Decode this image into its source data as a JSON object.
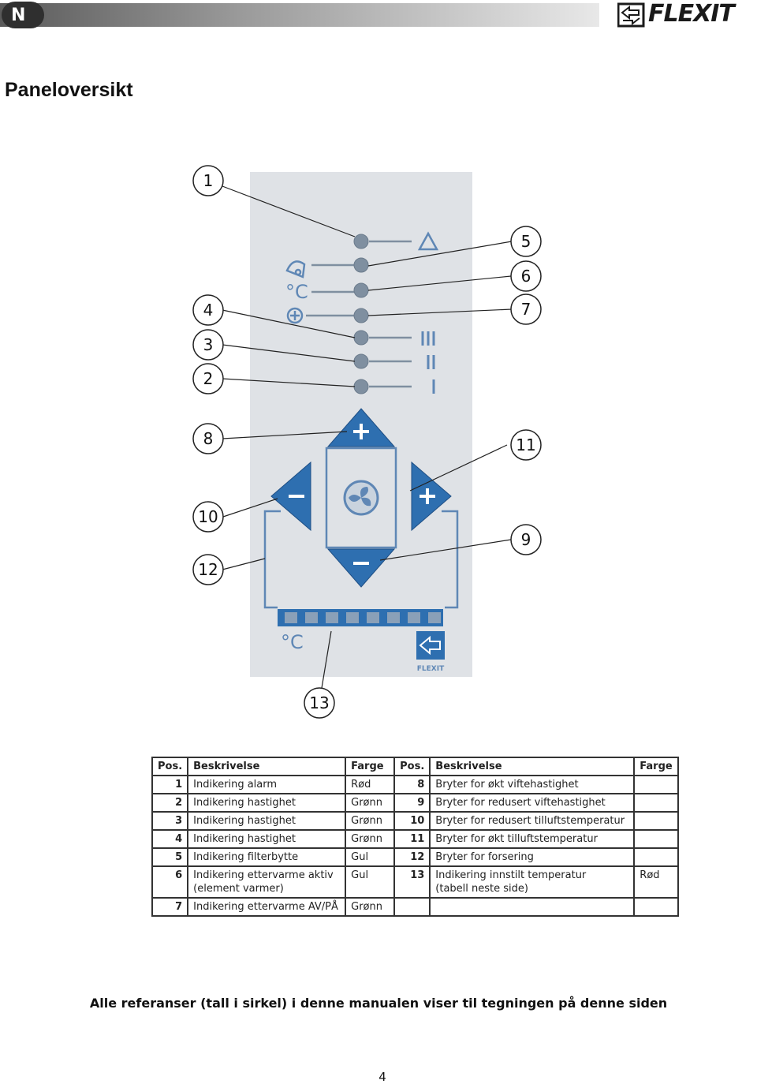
{
  "header": {
    "lang_badge": "N",
    "brand": "FLEXIT"
  },
  "page_title": "Paneloversikt",
  "figure": {
    "callouts": [
      "1",
      "2",
      "3",
      "4",
      "5",
      "6",
      "7",
      "8",
      "9",
      "10",
      "11",
      "12",
      "13"
    ],
    "panel_temp_label": "°C",
    "panel_logo_text": "FLEXIT"
  },
  "table": {
    "headers": {
      "pos": "Pos.",
      "desc": "Beskrivelse",
      "color": "Farge"
    },
    "left": [
      {
        "pos": "1",
        "desc": "Indikering alarm",
        "color": "Rød"
      },
      {
        "pos": "2",
        "desc": "Indikering hastighet",
        "color": "Grønn"
      },
      {
        "pos": "3",
        "desc": "Indikering hastighet",
        "color": "Grønn"
      },
      {
        "pos": "4",
        "desc": "Indikering hastighet",
        "color": "Grønn"
      },
      {
        "pos": "5",
        "desc": "Indikering filterbytte",
        "color": "Gul"
      },
      {
        "pos": "6",
        "desc": "Indikering ettervarme aktiv",
        "desc2": "(element varmer)",
        "color": "Gul"
      },
      {
        "pos": "7",
        "desc": "Indikering ettervarme AV/PÅ",
        "color": "Grønn"
      }
    ],
    "right": [
      {
        "pos": "8",
        "desc": "Bryter for økt viftehastighet",
        "color": ""
      },
      {
        "pos": "9",
        "desc": "Bryter for redusert viftehastighet",
        "color": ""
      },
      {
        "pos": "10",
        "desc": "Bryter for redusert tilluftstemperatur",
        "color": ""
      },
      {
        "pos": "11",
        "desc": "Bryter for økt tilluftstemperatur",
        "color": ""
      },
      {
        "pos": "12",
        "desc": "Bryter for forsering",
        "color": ""
      },
      {
        "pos": "13",
        "desc": "Indikering innstilt temperatur",
        "desc2": "(tabell neste side)",
        "color": "Rød"
      }
    ]
  },
  "footer_note": "Alle referanser (tall i sirkel) i denne manualen viser til tegningen på denne siden",
  "page_number": "4",
  "colors": {
    "panel_bg": "#dfe2e6",
    "led": "#7f8fa0",
    "button_blue": "#2e6fb0",
    "symbol": "#5f87b5"
  }
}
